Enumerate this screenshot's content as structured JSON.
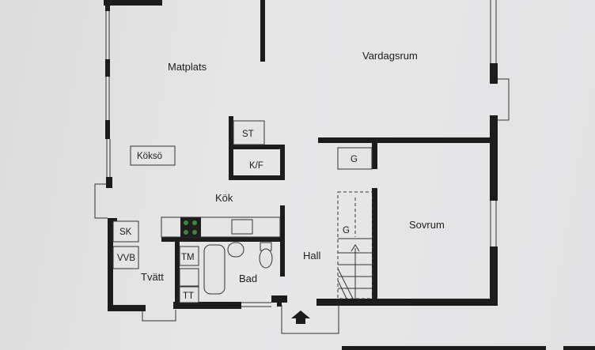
{
  "rooms": {
    "matplats": "Matplats",
    "vardagsrum": "Vardagsrum",
    "kok": "Kök",
    "sovrum": "Sovrum",
    "hall": "Hall",
    "bad": "Bad",
    "tvatt": "Tvätt"
  },
  "fixtures": {
    "kokso": "Köksö",
    "st": "ST",
    "kf": "K/F",
    "g_upper": "G",
    "g_lower": "G",
    "sk": "SK",
    "vvb": "VVB",
    "tm": "TM",
    "tt": "TT"
  },
  "colors": {
    "wall": "#1c1c1c",
    "background": "#e2e2e4"
  },
  "entrance_icon": "up-arrow-icon"
}
